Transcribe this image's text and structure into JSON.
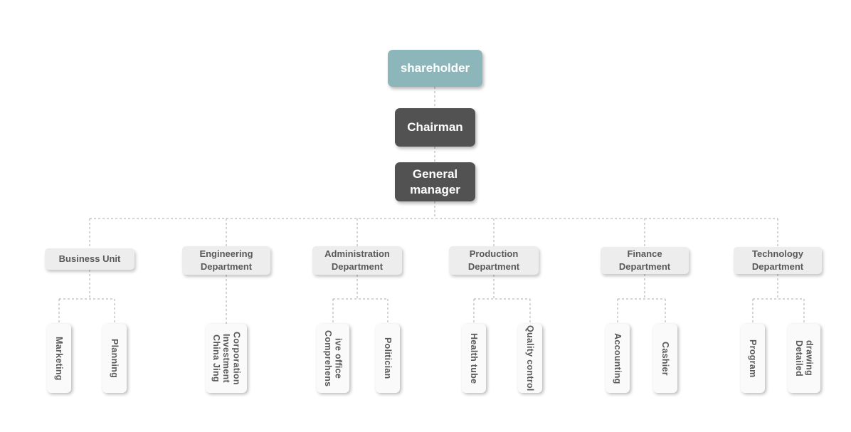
{
  "org": {
    "shareholder": "shareholder",
    "chairman": "Chairman",
    "general_manager": "General manager",
    "departments": [
      {
        "label": "Business Unit",
        "children": [
          "Marketing",
          "Planning"
        ]
      },
      {
        "label": "Engineering Department",
        "children": [
          "China Jing\nInvestment\nCorporation"
        ]
      },
      {
        "label": "Administration Department",
        "children": [
          "Comprehens\nive office",
          "Politician"
        ]
      },
      {
        "label": "Production Department",
        "children": [
          "Health tube",
          "Quality control"
        ]
      },
      {
        "label": "Finance Department",
        "children": [
          "Accounting",
          "Cashier"
        ]
      },
      {
        "label": "Technology Department",
        "children": [
          "Program",
          "Detailed\ndrawing"
        ]
      }
    ]
  },
  "colors": {
    "teal": "#8db6bb",
    "dark": "#525252",
    "dept-bg": "#ededed",
    "leaf-bg": "#fafafa",
    "text-dark": "#595959",
    "text-light": "#ffffff",
    "line": "#ababab",
    "canvas-bg": "#ffffff"
  }
}
